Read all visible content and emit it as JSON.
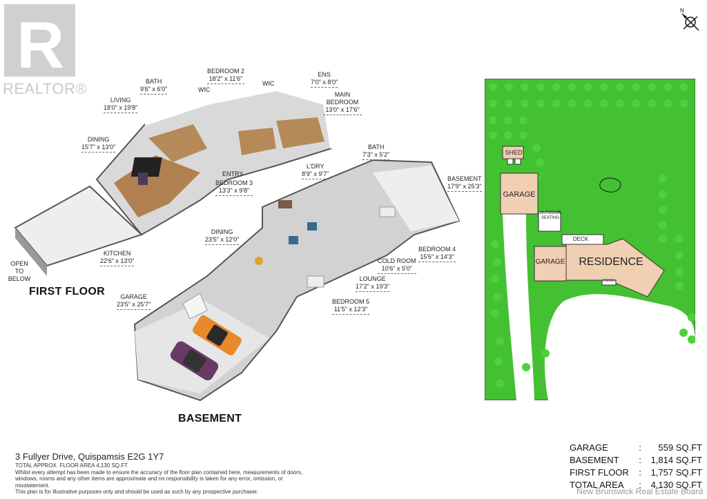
{
  "logo": {
    "text": "REALTOR®"
  },
  "floors": {
    "first": "FIRST FLOOR",
    "basement": "BASEMENT"
  },
  "first_floor_rooms": [
    {
      "name": "LIVING",
      "dim": "18'0\" x 19'8\""
    },
    {
      "name": "BATH",
      "dim": "9'6\" x 6'0\""
    },
    {
      "name": "BEDROOM 2",
      "dim": "18'2\" x 11'6\""
    },
    {
      "name": "WIC",
      "dim": ""
    },
    {
      "name": "WIC",
      "dim": ""
    },
    {
      "name": "ENS",
      "dim": "7'0\" x 8'0\""
    },
    {
      "name": "MAIN BEDROOM",
      "dim": "13'0\" x 17'6\""
    },
    {
      "name": "DINING",
      "dim": "15'7\" x 13'0\""
    },
    {
      "name": "ENTRY",
      "dim": ""
    },
    {
      "name": "BEDROOM 3",
      "dim": "13'3\" x 9'8\""
    },
    {
      "name": "KITCHEN",
      "dim": "22'6\" x 13'0\""
    },
    {
      "name": "OPEN TO BELOW",
      "dim": ""
    }
  ],
  "basement_rooms": [
    {
      "name": "BATH",
      "dim": "7'3\" x 5'2\""
    },
    {
      "name": "L'DRY",
      "dim": "8'9\" x 9'7\""
    },
    {
      "name": "BASEMENT",
      "dim": "17'9\" x 25'3\""
    },
    {
      "name": "DINING",
      "dim": "23'5\" x 12'0\""
    },
    {
      "name": "BEDROOM 4",
      "dim": "15'6\" x 14'3\""
    },
    {
      "name": "COLD ROOM",
      "dim": "10'6\" x 5'0\""
    },
    {
      "name": "LOUNGE",
      "dim": "17'2\" x 19'3\""
    },
    {
      "name": "BEDROOM 5",
      "dim": "11'5\" x 12'3\""
    },
    {
      "name": "GARAGE",
      "dim": "23'5\" x 25'7\""
    }
  ],
  "site_plan": {
    "shed": "SHED",
    "garage": "GARAGE",
    "garage2": "GARAGE",
    "outdoor": "OUTDOOR SEATING",
    "deck": "DECK",
    "residence": "RESIDENCE",
    "porch": "PORCH",
    "compass": "N"
  },
  "address": "3 Fullyer Drive, Quispamsis E2G 1Y7",
  "total_line": "TOTAL APPROX. FLOOR AREA 4,130 SQ.FT",
  "disclaimer1": "Whilst every attempt has been made to ensure the accuracy of the floor plan contained here, measurements of doors,",
  "disclaimer2": "windows, rooms and any other items are approximate and no responsibility is taken for any error, omission, or misstatement.",
  "disclaimer3": "This plan is for illustrative purposes only and should be used as such by any prospective purchaser.",
  "areas": [
    {
      "label": "GARAGE",
      "value": "559 SQ.FT"
    },
    {
      "label": "BASEMENT",
      "value": "1,814 SQ.FT"
    },
    {
      "label": "FIRST FLOOR",
      "value": "1,757 SQ.FT"
    },
    {
      "label": "TOTAL AREA",
      "value": "4,130 SQ.FT"
    }
  ],
  "watermark": "New Brunswick Real Estate Board",
  "colors": {
    "lawn": "#44c033",
    "tree": "#4ed13b",
    "building": "#f1cfb3",
    "wood": "#b08050"
  }
}
